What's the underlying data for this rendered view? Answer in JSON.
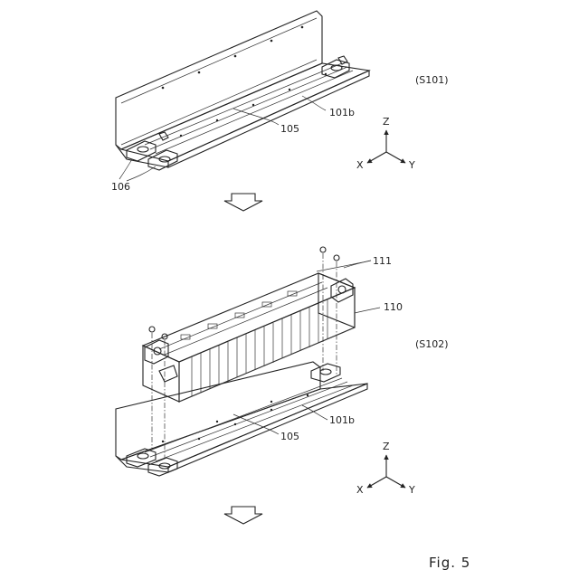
{
  "figure_label": "Fig. 5",
  "steps": [
    {
      "id": "S101",
      "label": "(S101)"
    },
    {
      "id": "S102",
      "label": "(S102)"
    }
  ],
  "part_labels": {
    "tray_side": "101b",
    "rail": "105",
    "bracket": "106",
    "module": "110",
    "bolt": "111"
  },
  "axes": {
    "z": "Z",
    "x": "X",
    "y": "Y"
  }
}
